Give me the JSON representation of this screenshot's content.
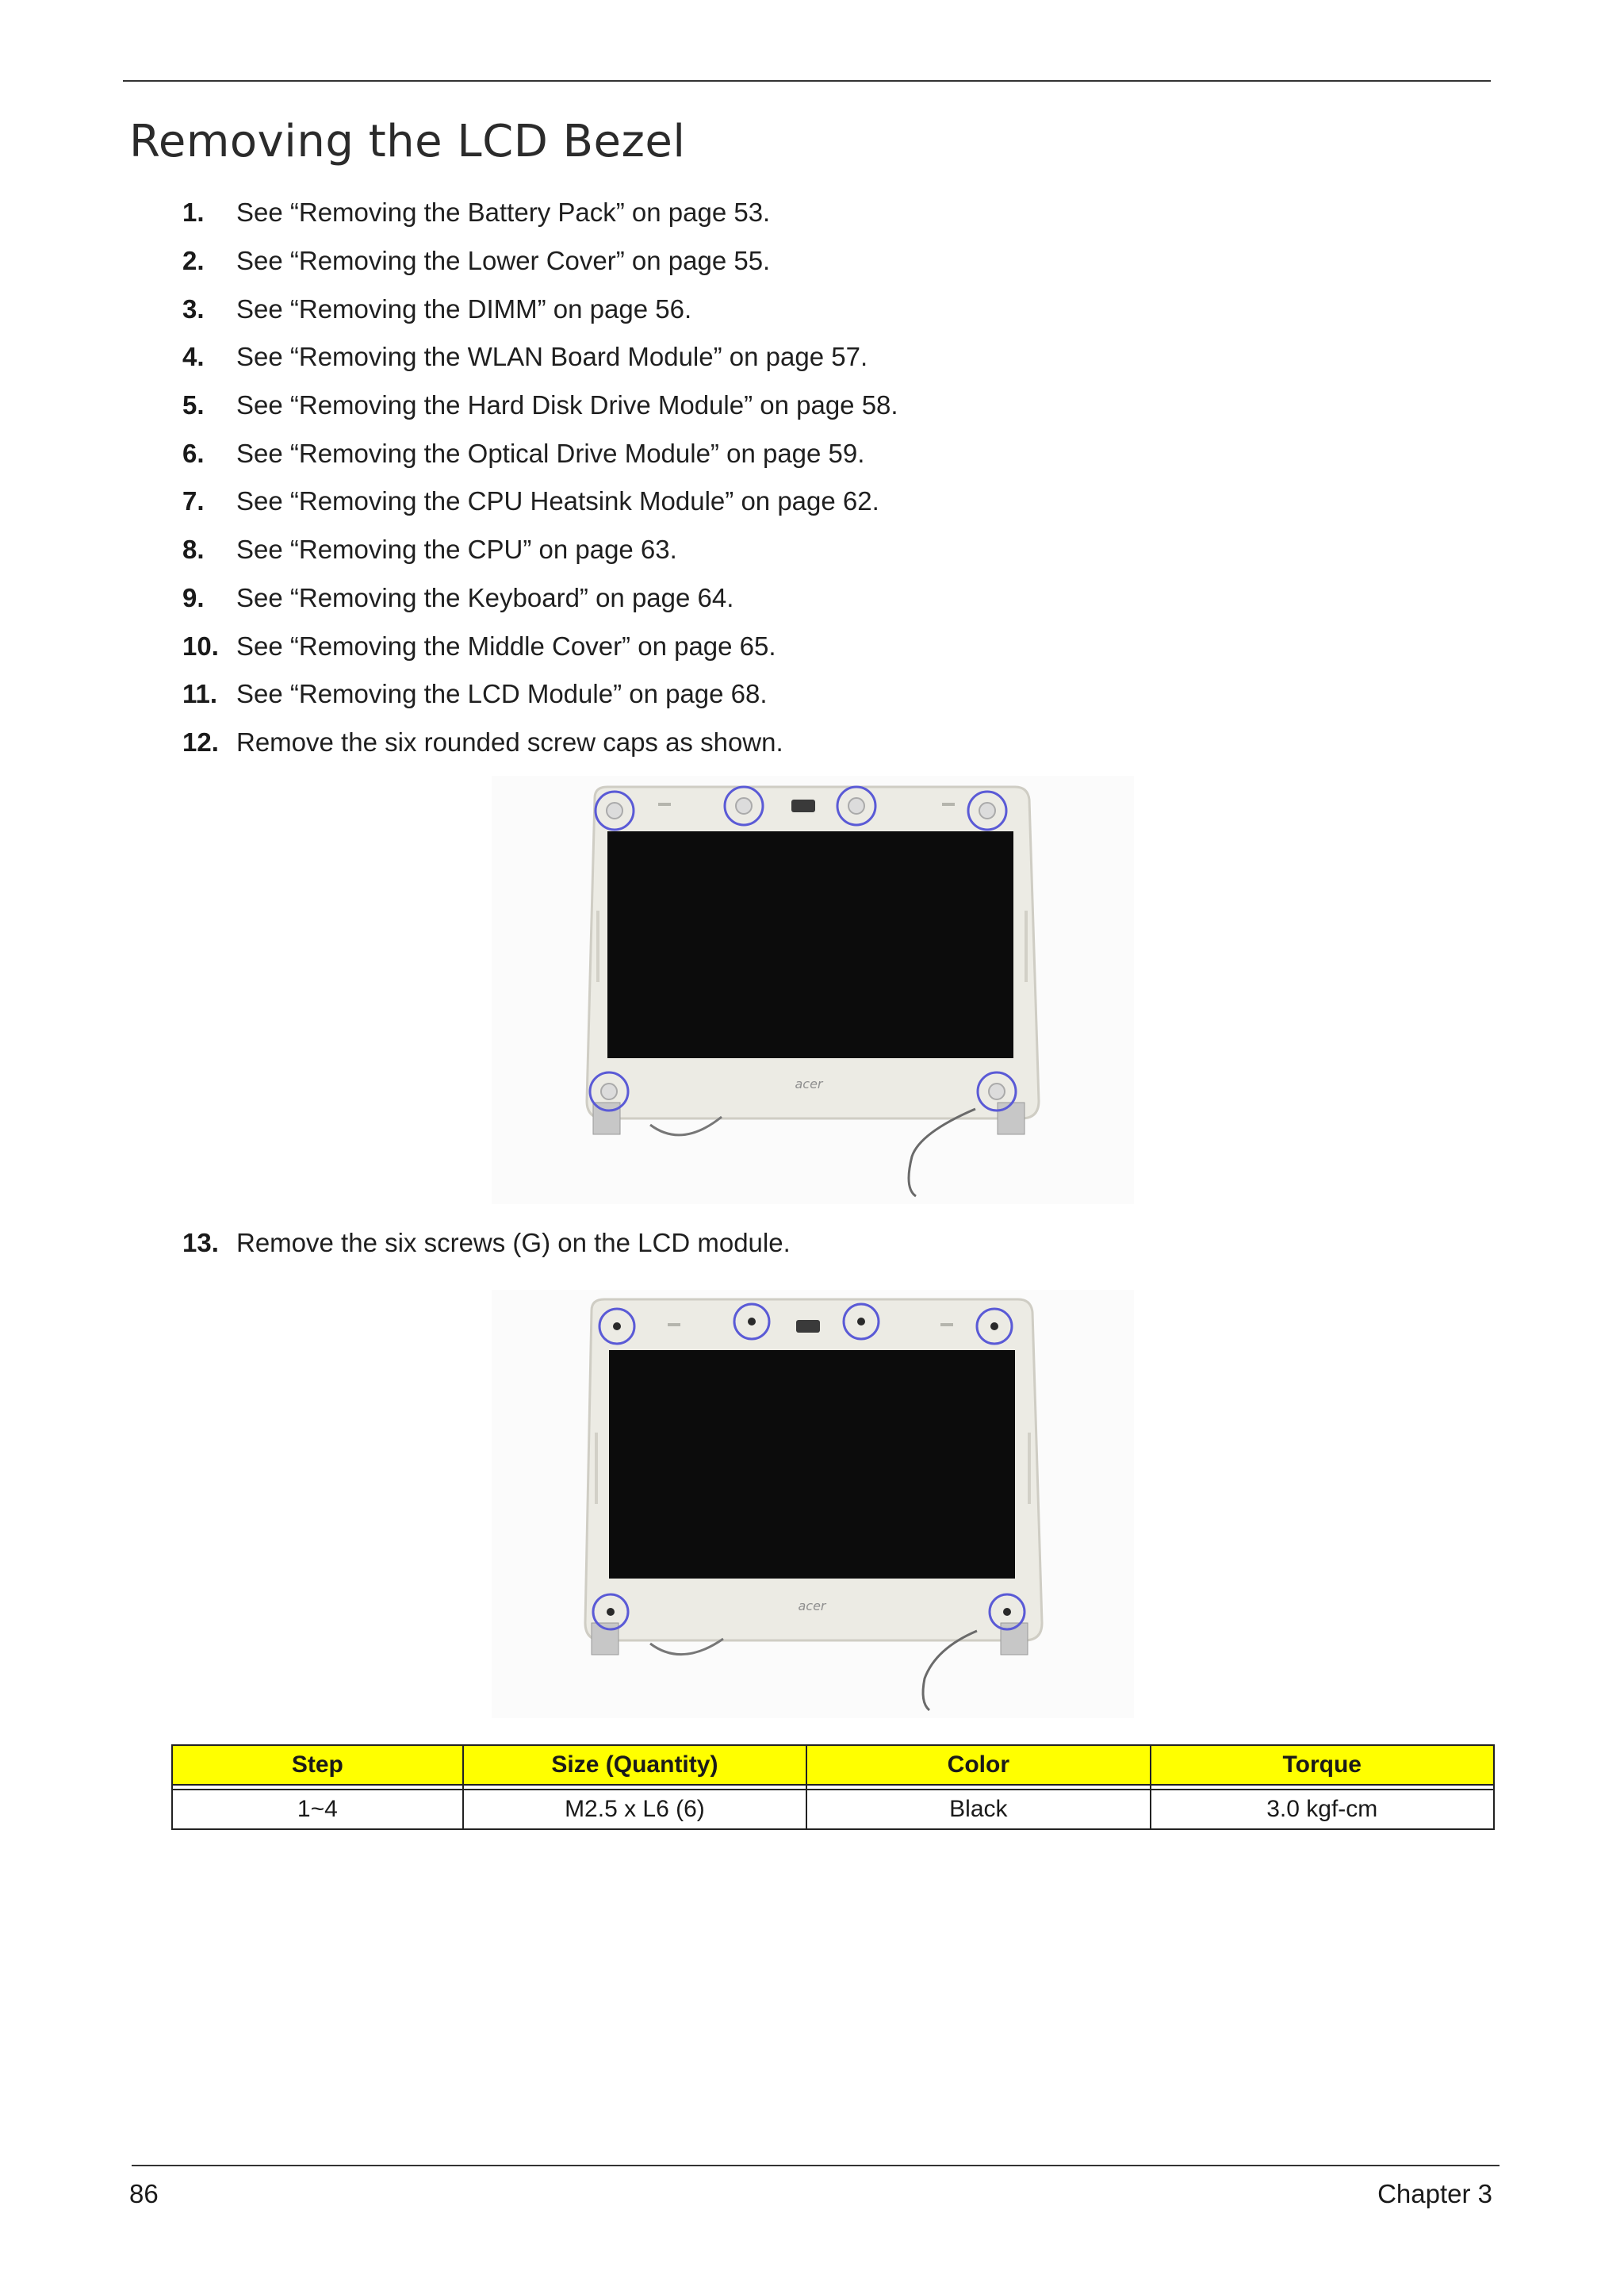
{
  "page": {
    "title": "Removing the LCD Bezel",
    "page_number": "86",
    "chapter": "Chapter 3"
  },
  "steps": [
    {
      "num": "1.",
      "text": "See “Removing the Battery Pack” on page 53."
    },
    {
      "num": "2.",
      "text": "See “Removing the Lower Cover” on page 55."
    },
    {
      "num": "3.",
      "text": "See “Removing the DIMM” on page 56."
    },
    {
      "num": "4.",
      "text": "See “Removing the WLAN Board Module” on page 57."
    },
    {
      "num": "5.",
      "text": "See “Removing the Hard Disk Drive Module” on page 58."
    },
    {
      "num": "6.",
      "text": "See “Removing the Optical Drive Module” on page 59."
    },
    {
      "num": "7.",
      "text": "See “Removing the CPU Heatsink Module” on page 62."
    },
    {
      "num": "8.",
      "text": "See “Removing the CPU” on page 63."
    },
    {
      "num": "9.",
      "text": "See “Removing the Keyboard” on page 64."
    },
    {
      "num": "10.",
      "text": "See “Removing the Middle Cover” on page 65."
    },
    {
      "num": "11.",
      "text": "See “Removing the LCD Module” on page 68."
    },
    {
      "num": "12.",
      "text": "Remove the six rounded screw caps as shown."
    },
    {
      "num": "13.",
      "text": "Remove the six screws (G) on the LCD module."
    }
  ],
  "figures": {
    "logo_text": "acer"
  },
  "screw_table": {
    "headers": [
      "Step",
      "Size (Quantity)",
      "Color",
      "Torque"
    ],
    "row": [
      "1~4",
      "M2.5 x L6 (6)",
      "Black",
      "3.0 kgf-cm"
    ]
  },
  "colors": {
    "header_fill": "#ffff00",
    "callout_circle": "#5a5ad6"
  }
}
